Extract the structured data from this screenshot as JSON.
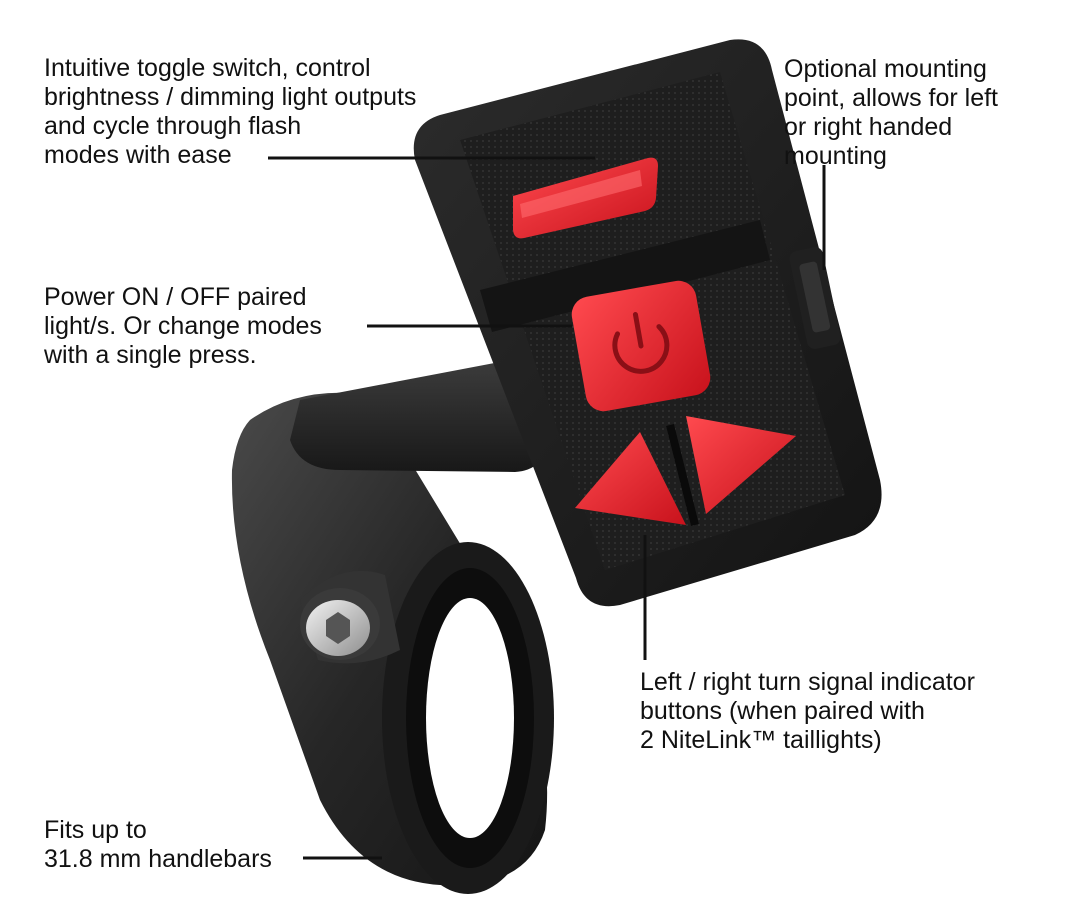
{
  "callouts": {
    "toggle_switch": "Intuitive toggle switch, control\nbrightness / dimming light outputs\nand cycle through flash\nmodes with ease",
    "power_button": "Power ON / OFF paired\nlight/s. Or change modes\nwith a single press.",
    "mounting_point": "Optional mounting\npoint, allows for left\nor right handed\nmounting",
    "turn_signal": "Left / right turn signal indicator\nbuttons (when paired with\n2 NiteLink™ taillights)",
    "handlebar_fit": "Fits up to\n31.8 mm handlebars"
  },
  "colors": {
    "button_red": "#e8202a",
    "body_black": "#1b1b1b",
    "clamp_black": "#2a2a2a",
    "text": "#111111"
  },
  "icons": {
    "power": "power-icon",
    "turn_left": "triangle-left-icon",
    "turn_right": "triangle-right-icon"
  }
}
